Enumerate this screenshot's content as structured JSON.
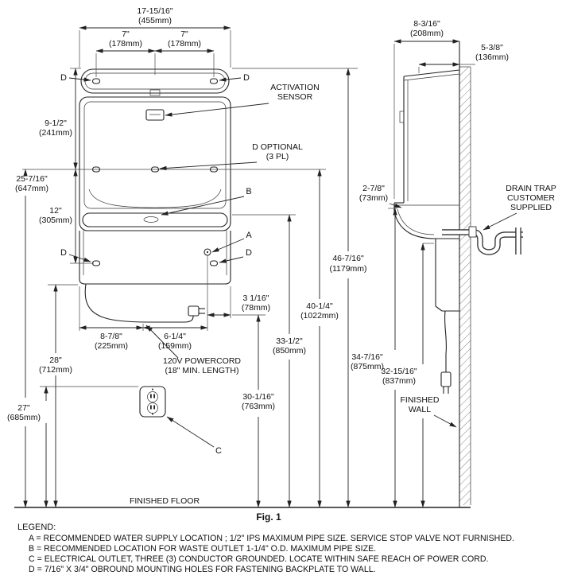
{
  "figure": {
    "caption": "Fig. 1",
    "floor_label": "FINISHED FLOOR",
    "wall_label": [
      "FINISHED",
      "WALL"
    ]
  },
  "front": {
    "dim_total_width": [
      "17-15/16\"",
      "(455mm)"
    ],
    "dim_left_hole": [
      "7\"",
      "(178mm)"
    ],
    "dim_right_hole": [
      "7\"",
      "(178mm)"
    ],
    "dim_sensor": [
      "9-1/2\"",
      "(241mm)"
    ],
    "dim_upper_holes": [
      "25-7/16\"",
      "(647mm)"
    ],
    "dim_hole_spacing": [
      "12\"",
      "(305mm)"
    ],
    "dim_cord_height": [
      "28\"",
      "(712mm)"
    ],
    "dim_outlet_height": [
      "27\"",
      "(685mm)"
    ],
    "dim_top_height": [
      "46-7/16\"",
      "(1179mm)"
    ],
    "dim_sensor_height": [
      "40-1/4\"",
      "(1022mm)"
    ],
    "dim_rim_height": [
      "33-1/2\"",
      "(850mm)"
    ],
    "dim_supply_height": [
      "30-1/16\"",
      "(763mm)"
    ],
    "dim_supply_offset": [
      "3 1/16\"",
      "(78mm)"
    ],
    "dim_cord_x1": [
      "8-7/8\"",
      "(225mm)"
    ],
    "dim_cord_x2": [
      "6-1/4\"",
      "(159mm)"
    ],
    "label_activation": [
      "ACTIVATION",
      "SENSOR"
    ],
    "label_d_optional": [
      "D OPTIONAL",
      "(3 PL)"
    ],
    "label_powercord": [
      "120V POWERCORD",
      "(18\" MIN. LENGTH)"
    ],
    "callout_a": "A",
    "callout_b": "B",
    "callout_c": "C",
    "callout_d": "D"
  },
  "side": {
    "dim_depth": [
      "8-3/16\"",
      "(208mm)"
    ],
    "dim_top_depth": [
      "5-3/8\"",
      "(136mm)"
    ],
    "dim_rim_depth": [
      "2-7/8\"",
      "(73mm)"
    ],
    "dim_rim_height": [
      "34-7/16\"",
      "(875mm)"
    ],
    "dim_clearance_height": [
      "32-15/16\"",
      "(837mm)"
    ],
    "label_drain_trap": [
      "DRAIN TRAP",
      "CUSTOMER",
      "SUPPLIED"
    ]
  },
  "legend": {
    "title": "LEGEND:",
    "items": [
      "A = RECOMMENDED WATER SUPPLY LOCATION ; 1/2\" IPS MAXIMUM PIPE SIZE.  SERVICE STOP  VALVE NOT FURNISHED.",
      "B = RECOMMENDED LOCATION FOR WASTE OUTLET 1-1/4\" O.D. MAXIMUM PIPE SIZE.",
      "C = ELECTRICAL OUTLET, THREE (3) CONDUCTOR GROUNDED. LOCATE WITHIN SAFE REACH OF POWER CORD.",
      "D = 7/16\" X 3/4\" OBROUND MOUNTING HOLES FOR FASTENING BACKPLATE TO WALL."
    ]
  }
}
